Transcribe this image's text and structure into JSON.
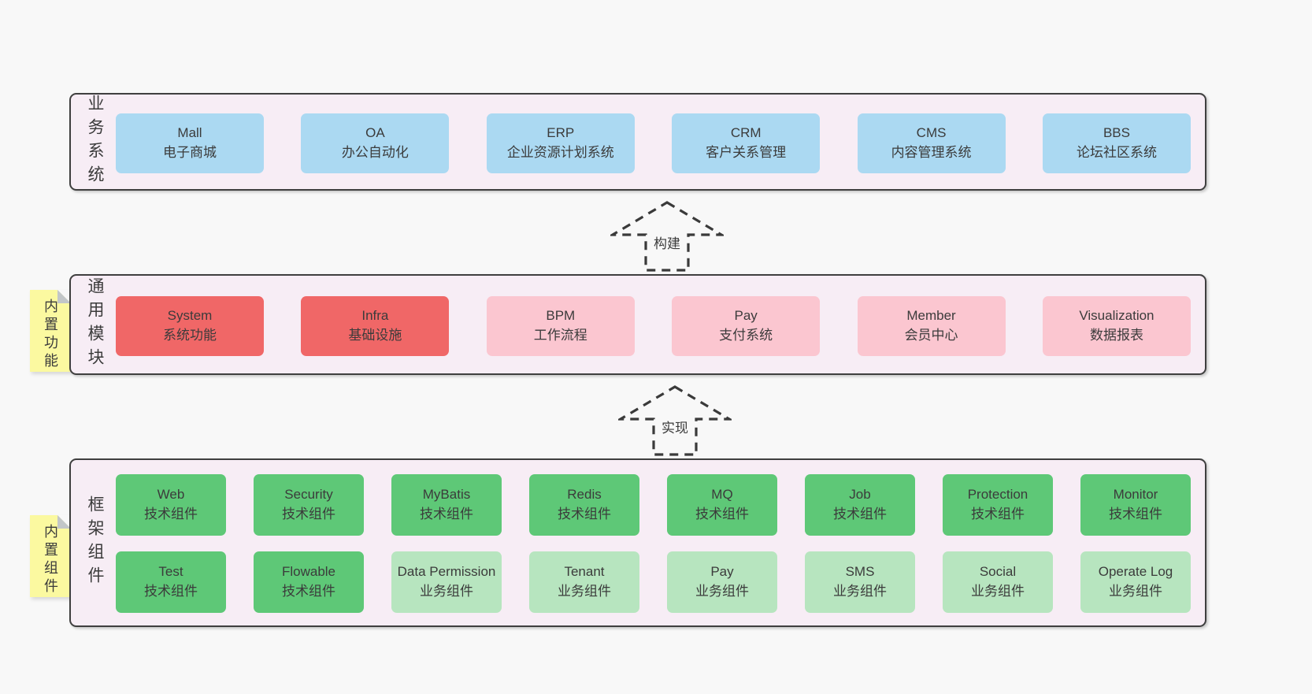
{
  "colors": {
    "page-bg": "#f8f8f8",
    "band-bg": "#f7edf5",
    "band-border": "#3f3f3f",
    "text": "#3b3b3b",
    "blue": "#abd9f2",
    "red": "#f06767",
    "pink": "#fbc6d0",
    "green": "#5ec877",
    "light-green": "#b7e5bf",
    "note-yellow": "#fbf9a0",
    "note-fold": "#c2c6c8",
    "arrow": "#3a3a3a"
  },
  "notes": [
    {
      "text": "内置功能"
    },
    {
      "text": "内置组件"
    }
  ],
  "arrows": [
    {
      "label": "构建"
    },
    {
      "label": "实现"
    }
  ],
  "bands": [
    {
      "label": "业务系统",
      "boxes": [
        {
          "title": "Mall",
          "subtitle": "电子商城",
          "variant": "blue"
        },
        {
          "title": "OA",
          "subtitle": "办公自动化",
          "variant": "blue"
        },
        {
          "title": "ERP",
          "subtitle": "企业资源计划系统",
          "variant": "blue"
        },
        {
          "title": "CRM",
          "subtitle": "客户关系管理",
          "variant": "blue"
        },
        {
          "title": "CMS",
          "subtitle": "内容管理系统",
          "variant": "blue"
        },
        {
          "title": "BBS",
          "subtitle": "论坛社区系统",
          "variant": "blue"
        }
      ]
    },
    {
      "label": "通用模块",
      "boxes": [
        {
          "title": "System",
          "subtitle": "系统功能",
          "variant": "red"
        },
        {
          "title": "Infra",
          "subtitle": "基础设施",
          "variant": "red"
        },
        {
          "title": "BPM",
          "subtitle": "工作流程",
          "variant": "pink"
        },
        {
          "title": "Pay",
          "subtitle": "支付系统",
          "variant": "pink"
        },
        {
          "title": "Member",
          "subtitle": "会员中心",
          "variant": "pink"
        },
        {
          "title": "Visualization",
          "subtitle": "数据报表",
          "variant": "pink"
        }
      ]
    },
    {
      "label": "框架组件",
      "rows": [
        [
          {
            "title": "Web",
            "subtitle": "技术组件",
            "variant": "green"
          },
          {
            "title": "Security",
            "subtitle": "技术组件",
            "variant": "green"
          },
          {
            "title": "MyBatis",
            "subtitle": "技术组件",
            "variant": "green"
          },
          {
            "title": "Redis",
            "subtitle": "技术组件",
            "variant": "green"
          },
          {
            "title": "MQ",
            "subtitle": "技术组件",
            "variant": "green"
          },
          {
            "title": "Job",
            "subtitle": "技术组件",
            "variant": "green"
          },
          {
            "title": "Protection",
            "subtitle": "技术组件",
            "variant": "green"
          },
          {
            "title": "Monitor",
            "subtitle": "技术组件",
            "variant": "green"
          }
        ],
        [
          {
            "title": "Test",
            "subtitle": "技术组件",
            "variant": "green"
          },
          {
            "title": "Flowable",
            "subtitle": "技术组件",
            "variant": "green"
          },
          {
            "title": "Data Permission",
            "subtitle": "业务组件",
            "variant": "light-green"
          },
          {
            "title": "Tenant",
            "subtitle": "业务组件",
            "variant": "light-green"
          },
          {
            "title": "Pay",
            "subtitle": "业务组件",
            "variant": "light-green"
          },
          {
            "title": "SMS",
            "subtitle": "业务组件",
            "variant": "light-green"
          },
          {
            "title": "Social",
            "subtitle": "业务组件",
            "variant": "light-green"
          },
          {
            "title": "Operate Log",
            "subtitle": "业务组件",
            "variant": "light-green"
          }
        ]
      ]
    }
  ]
}
